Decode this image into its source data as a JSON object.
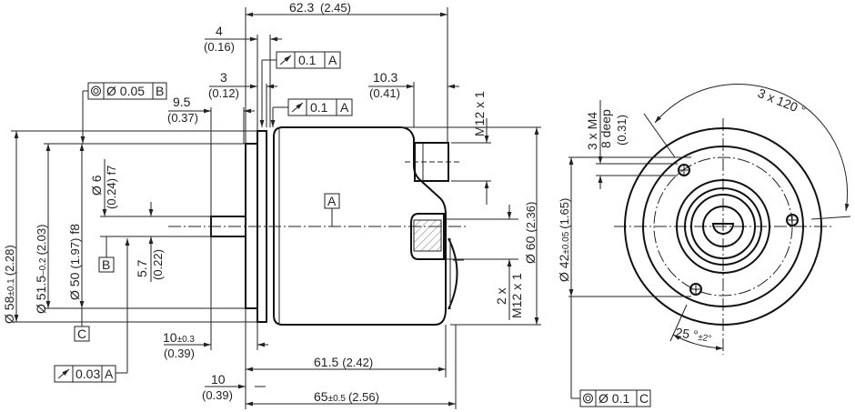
{
  "overall_length": {
    "value": "62.3",
    "inch": "(2.45)"
  },
  "dim_4": {
    "value": "4",
    "inch": "(0.16)"
  },
  "runout_top": {
    "tol": "0.1",
    "datum": "A"
  },
  "dim_3": {
    "value": "3",
    "inch": "(0.12)"
  },
  "runout_mid": {
    "tol": "0.1",
    "datum": "A"
  },
  "dim_9_5": {
    "value": "9.5",
    "inch": "(0.37)"
  },
  "concentricity_b": {
    "tol": "Ø 0.05",
    "datum": "B"
  },
  "dim_10_3": {
    "value": "10.3",
    "inch": "(0.41)"
  },
  "thread_top": "M12 x 1",
  "dia_58": {
    "value": "Ø 58",
    "tol": "±0.1",
    "inch": "(2.28)"
  },
  "dia_51_5": {
    "value": "Ø 51.5",
    "tol": "–0.2",
    "inch": "(2.03)"
  },
  "dia_50": {
    "value": "Ø 50",
    "inch": "(1.97)",
    "fit": "f8"
  },
  "dia_6": {
    "value": "Ø 6",
    "inch": "(0.24) f7"
  },
  "datum_b": "B",
  "dim_5_7": {
    "value": "5.7",
    "inch": "(0.22)"
  },
  "datum_a": "A",
  "datum_c": "C",
  "runout_bottom": {
    "tol": "0.03",
    "datum": "A"
  },
  "dim_10_tol": {
    "value": "10",
    "tol": "±0.3",
    "inch": "(0.39)"
  },
  "dim_61_5": {
    "value": "61.5",
    "inch": "(2.42)"
  },
  "dim_10": {
    "value": "10",
    "inch": "(0.39)"
  },
  "dim_65": {
    "value": "65",
    "tol": "±0.5",
    "inch": "(2.56)"
  },
  "dia_60": {
    "value": "Ø 60",
    "inch": "(2.36)"
  },
  "thread_bottom": {
    "count": "2 x",
    "value": "M12 x 1"
  },
  "dia_42": {
    "value": "Ø 42",
    "tol": "±0.05",
    "inch": "(1.65)"
  },
  "holes": {
    "count": "3 x M4",
    "depth": "8 deep",
    "inch": "(0.31)"
  },
  "angle_120": "3 x 120 °",
  "angle_25": {
    "value": "25 °",
    "tol": "±2°"
  },
  "concentricity_c": {
    "tol": "Ø 0.1",
    "datum": "C"
  }
}
